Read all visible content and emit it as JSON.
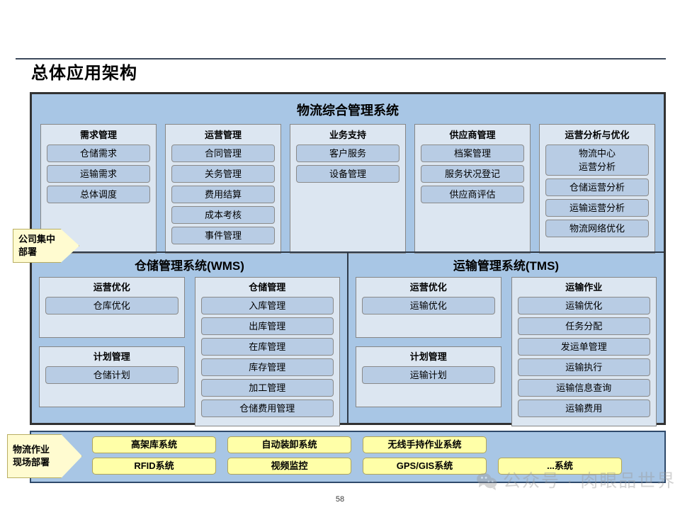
{
  "page": {
    "title": "总体应用架构",
    "number": "58",
    "watermark": "公众号 · 肉眼品世界",
    "watermark_icon": "wechat-icon"
  },
  "colors": {
    "band_fill": "#a8c6e5",
    "group_fill": "#dce6f1",
    "item_fill": "#b8cce4",
    "yellow_fill": "#ffffa8",
    "callout_fill": "#fffbd0",
    "frame_border": "#323232"
  },
  "callouts": [
    {
      "name": "company-deployment",
      "line1": "公司集中",
      "line2": "部署"
    },
    {
      "name": "field-deployment",
      "line1": "物流作业",
      "line2": "现场部署"
    }
  ],
  "top_band": {
    "title": "物流综合管理系统",
    "columns": [
      {
        "title": "需求管理",
        "items": [
          "仓储需求",
          "运输需求",
          "总体调度"
        ]
      },
      {
        "title": "运营管理",
        "items": [
          "合同管理",
          "关务管理",
          "费用结算",
          "成本考核",
          "事件管理"
        ]
      },
      {
        "title": "业务支持",
        "items": [
          "客户服务",
          "设备管理"
        ]
      },
      {
        "title": "供应商管理",
        "items": [
          "档案管理",
          "服务状况登记",
          "供应商评估"
        ]
      },
      {
        "title": "运营分析与优化",
        "items": [
          "物流中心\n运营分析",
          "仓储运营分析",
          "运输运营分析",
          "物流网络优化"
        ]
      }
    ]
  },
  "mid_band": {
    "wms": {
      "title": "仓储管理系统(WMS)",
      "left_groups": [
        {
          "title": "运营优化",
          "items": [
            "仓库优化"
          ]
        },
        {
          "title": "计划管理",
          "items": [
            "仓储计划"
          ]
        }
      ],
      "right_group": {
        "title": "仓储管理",
        "items": [
          "入库管理",
          "出库管理",
          "在库管理",
          "库存管理",
          "加工管理",
          "仓储费用管理"
        ]
      }
    },
    "tms": {
      "title": "运输管理系统(TMS)",
      "left_groups": [
        {
          "title": "运营优化",
          "items": [
            "运输优化"
          ]
        },
        {
          "title": "计划管理",
          "items": [
            "运输计划"
          ]
        }
      ],
      "right_group": {
        "title": "运输作业",
        "items": [
          "运输优化",
          "任务分配",
          "发运单管理",
          "运输执行",
          "运输信息查询",
          "运输费用"
        ]
      }
    }
  },
  "bottom_band": {
    "rows": [
      [
        "高架库系统",
        "自动装卸系统",
        "无线手持作业系统"
      ],
      [
        "RFID系统",
        "视频监控",
        "GPS/GIS系统",
        "...系统"
      ]
    ]
  }
}
